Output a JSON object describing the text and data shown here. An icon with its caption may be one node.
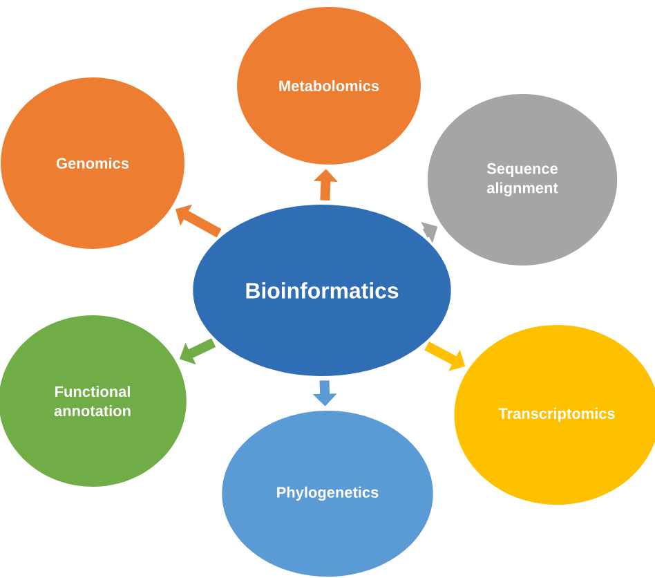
{
  "diagram": {
    "nodes": [
      {
        "text": [
          "Metabolomics"
        ]
      },
      {
        "text": [
          "Genomics"
        ]
      },
      {
        "text": [
          "Sequence alignment"
        ]
      },
      {
        "text": [
          "Bioinformatics"
        ]
      },
      {
        "text": [
          "Functional annotation"
        ]
      },
      {
        "text": [
          "Transcriptomics"
        ]
      },
      {
        "text": [
          "Phylogenetics"
        ]
      }
    ],
    "edges": [
      {
        "from": 3,
        "to": 0,
        "arrow": "to",
        "color": "#ed7d31"
      },
      {
        "from": 3,
        "to": 1,
        "arrow": "to",
        "color": "#ed7d31"
      },
      {
        "from": 3,
        "to": 2,
        "arrow": "to",
        "color": "#a5a5a5"
      },
      {
        "from": 3,
        "to": 4,
        "arrow": "to",
        "color": "#70ad47"
      },
      {
        "from": 3,
        "to": 5,
        "arrow": "to",
        "color": "#ffc000"
      },
      {
        "from": 3,
        "to": 6,
        "arrow": "to",
        "color": "#5b9bd5"
      }
    ]
  }
}
